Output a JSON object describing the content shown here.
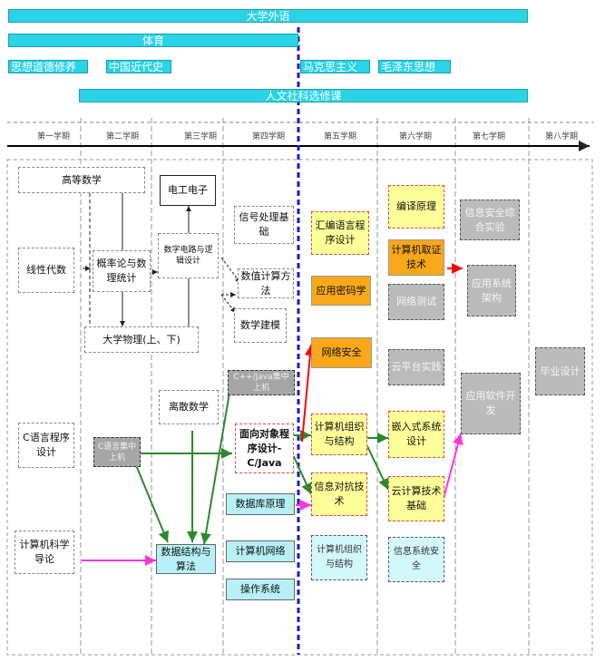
{
  "top_bars": {
    "english": "大学外语",
    "pe": "体育",
    "ideology": "思想道德修养",
    "history": "中国近代史",
    "marxism": "马克思主义",
    "mao": "毛泽东思想",
    "humanities": "人文社科选修课"
  },
  "semesters": [
    "第一学期",
    "第二学期",
    "第三学期",
    "第四学期",
    "第五学期",
    "第六学期",
    "第七学期",
    "第八学期"
  ],
  "courses": {
    "advanced_math": "高等数学",
    "linear_algebra": "线性代数",
    "probability": "概率论与数理统计",
    "physics": "大学物理(上、下)",
    "electrical": "电工电子",
    "digital_circuit": "数字电路与逻辑设计",
    "signal": "信号处理基础",
    "numerical": "数值计算方法",
    "math_model": "数学建模",
    "c_lang": "C语言程序设计",
    "c_practice": "C语言集中上机",
    "discrete": "离散数学",
    "cs_intro": "计算机科学导论",
    "data_structure": "数据结构与算法",
    "cpp_java_practice": "C++/Java集中上机",
    "oop": "面向对象程序设计-C/Java",
    "database": "数据库原理",
    "network": "计算机网络",
    "os": "操作系统",
    "assembly": "汇编语言程序设计",
    "cryptography": "应用密码学",
    "net_security": "网络安全",
    "organization": "计算机组织与结构",
    "info_confront": "信息对抗技术",
    "network_practice": "计算机组织与结构",
    "compiler": "编译原理",
    "forensics": "计算机取证技术",
    "net_test": "网络测试",
    "cloud_practice": "云平台实践",
    "embedded": "嵌入式系统设计",
    "cloud_tech": "云计算技术基础",
    "info_sys_sec": "信息系统安全",
    "sec_experiment": "信息安全综合实验",
    "app_arch": "应用系统架构",
    "app_dev": "应用软件开发",
    "graduation": "毕业设计"
  },
  "colors": {
    "bar": "#2ad3e6",
    "yellow": "#ffff99",
    "orange": "#f9a81a",
    "cyan": "#b7f1f7",
    "grey": "#a6a6a6",
    "green_arrow": "#2a8a2a",
    "magenta_arrow": "#ff33dd",
    "red_arrow": "#ff0000",
    "blue_divider": "#1a1acc"
  }
}
